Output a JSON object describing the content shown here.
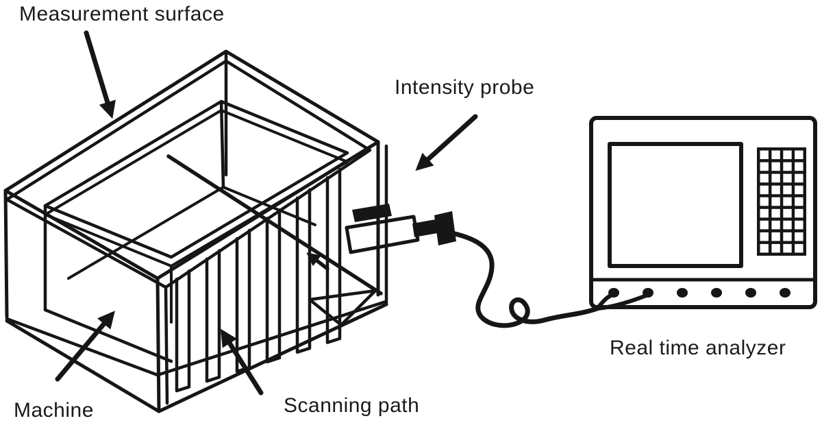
{
  "figure": {
    "type": "line-diagram",
    "title": "Sound intensity scanning measurement setup",
    "background_color": "#ffffff",
    "ink_color": "#161616",
    "labels": {
      "measurement_surface": "Measurement surface",
      "intensity_probe": "Intensity probe",
      "machine": "Machine",
      "scanning_path": "Scanning path",
      "real_time_analyzer": "Real time analyzer"
    },
    "scanning_path": {
      "strip_count": 6
    },
    "analyzer": {
      "keypad_rows": 9,
      "keypad_cols": 4,
      "knob_count": 6
    }
  }
}
